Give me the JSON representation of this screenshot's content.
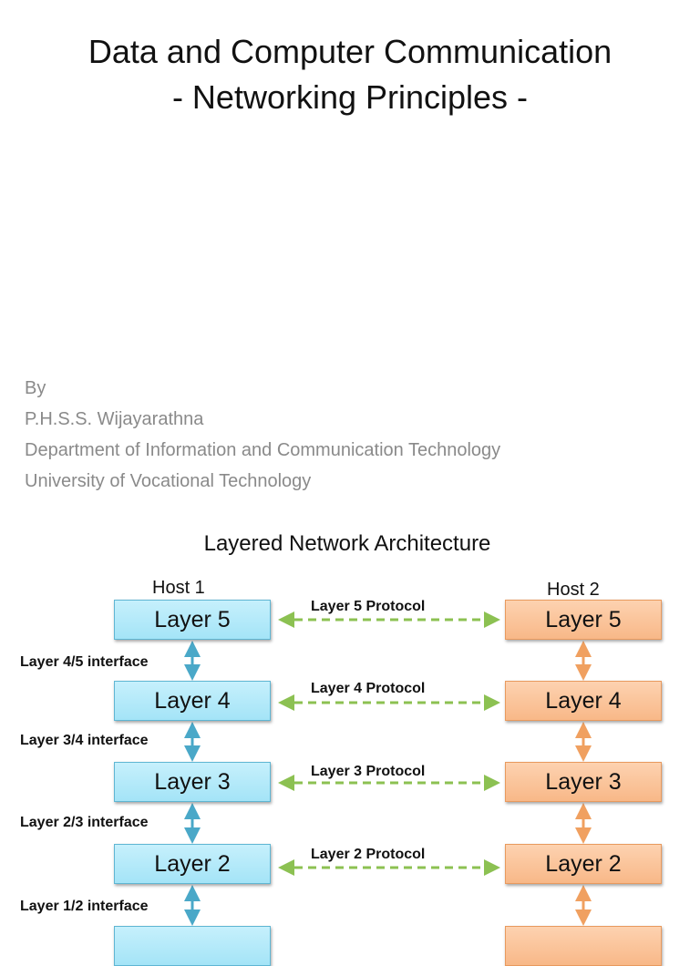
{
  "title": {
    "line1": "Data and Computer Communication",
    "line2": "- Networking Principles -"
  },
  "author": {
    "by": "By",
    "name": "P.H.S.S. Wijayarathna",
    "department": "Department of Information and Communication Technology",
    "university": "University of Vocational Technology"
  },
  "diagram": {
    "heading": "Layered Network Architecture",
    "host1": "Host  1",
    "host2": "Host  2",
    "layers": [
      "Layer  5",
      "Layer  4",
      "Layer  3",
      "Layer  2"
    ],
    "protocols": [
      "Layer 5 Protocol",
      "Layer 4 Protocol",
      "Layer 3 Protocol",
      "Layer 2 Protocol"
    ],
    "interfaces": [
      "Layer 4/5 interface",
      "Layer 3/4 interface",
      "Layer 2/3 interface",
      "Layer 1/2 interface"
    ],
    "colors": {
      "host1": "#a4e4f7",
      "host2": "#f8b888",
      "protocol_arrow": "#8cc152",
      "host1_arrow": "#4aa8c8",
      "host2_arrow": "#f0a060"
    }
  }
}
